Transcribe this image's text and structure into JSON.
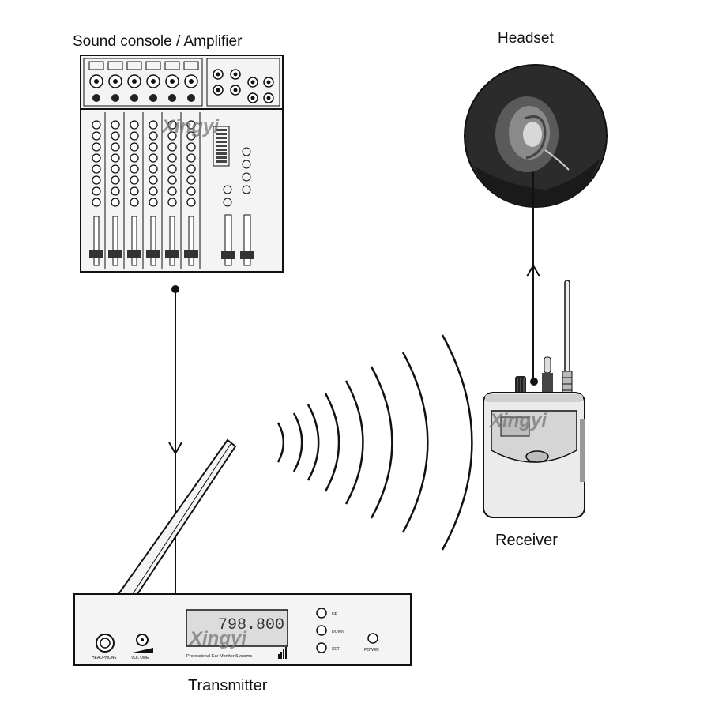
{
  "labels": {
    "console": "Sound console / Amplifier",
    "headset": "Headset",
    "receiver": "Receiver",
    "transmitter": "Transmitter"
  },
  "transmitter_panel": {
    "headphone": "HEADPHONE",
    "volume": "VOL UME",
    "up": "UP",
    "down": "DOWN",
    "set": "SET",
    "power": "POWER",
    "lcd_digits": "798.800",
    "caption": "Professional Ear-Monitor Systems"
  },
  "watermark": "Xingyi",
  "colors": {
    "line": "#111111",
    "panel_fill": "#f4f4f4",
    "device_fill": "#ebebeb",
    "lcd": "#dcdcdc"
  },
  "icons": [
    "arrow-down-icon",
    "arrow-up-icon",
    "radio-wave-icon",
    "connection-dot-icon"
  ]
}
